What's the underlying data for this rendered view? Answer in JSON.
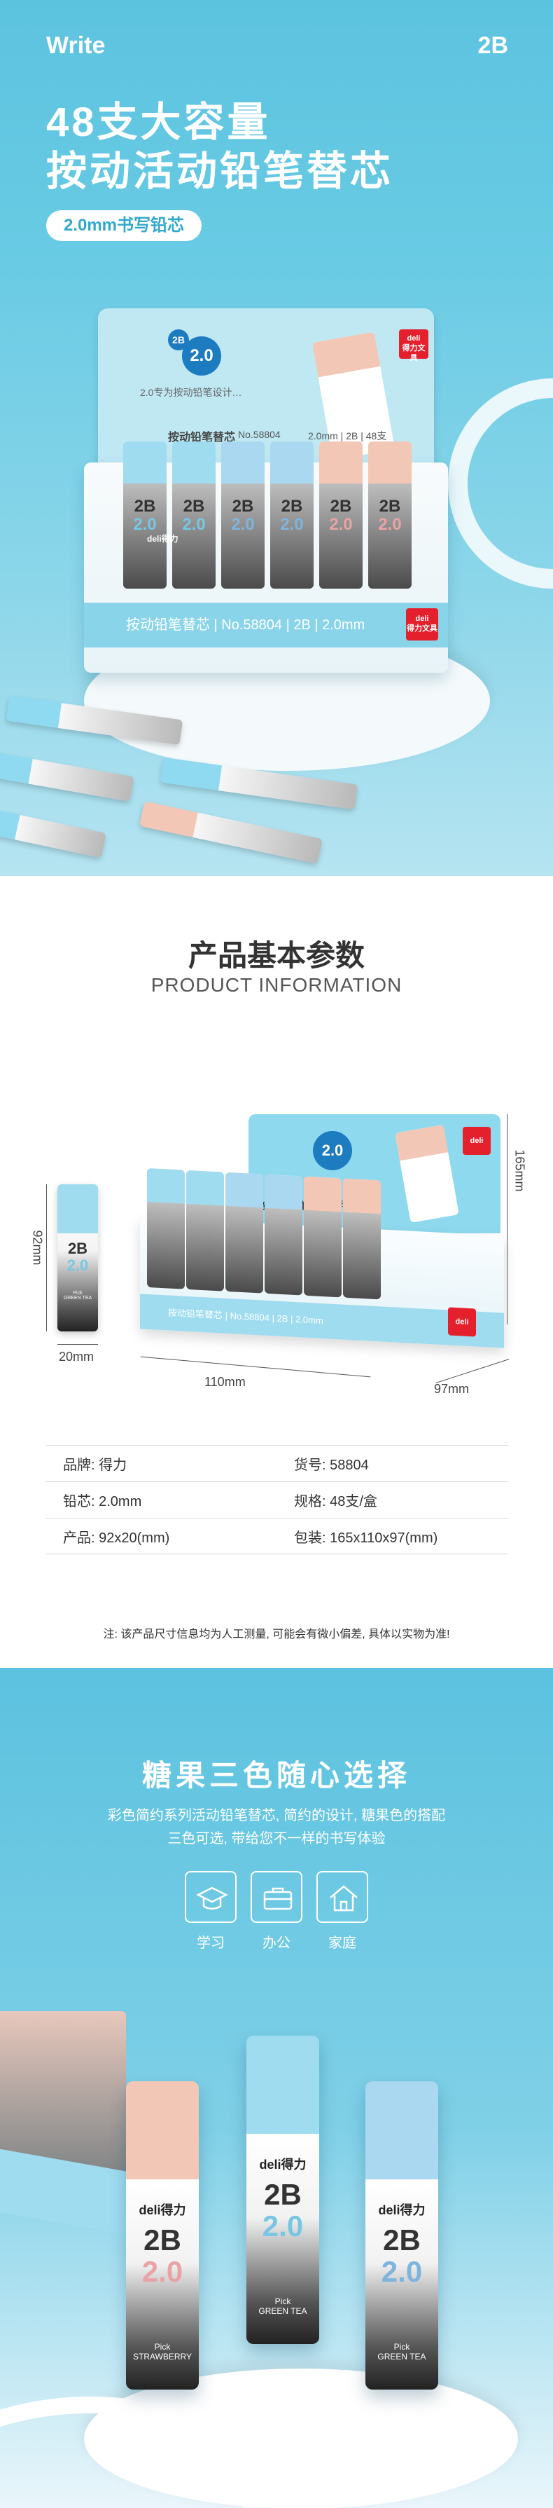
{
  "hero": {
    "brand": "Write",
    "grade": "2B",
    "title_line1": "48支大容量",
    "title_line2": "按动活动铅笔替芯",
    "pill": "2.0mm书写铅芯",
    "lid_size_badge": "2.0",
    "lid_grade_badge": "2B",
    "lid_handwriting": "2.0专为按动铅笔设计…",
    "lid_name": "按动铅笔替芯",
    "lid_model": "No.58804",
    "lid_spec": "2.0mm | 2B | 48支",
    "logo": "deli",
    "logo_cn": "得力文具",
    "tube_grade": "2B",
    "tube_size": "2.0",
    "tube_brand": "deli得力",
    "tray_band": "按动铅笔替芯 | No.58804 | 2B | 2.0mm"
  },
  "info": {
    "title": "产品基本参数",
    "subtitle": "PRODUCT INFORMATION",
    "dims": {
      "tube_height": "92mm",
      "tube_width": "20mm",
      "box_length": "110mm",
      "box_depth": "97mm",
      "box_height": "165mm"
    },
    "tube_grade": "2B",
    "tube_size": "2.0",
    "tube_flavor": "Pick\nGREEN TEA",
    "specs": [
      {
        "label": "品牌:",
        "value": "得力"
      },
      {
        "label": "货号:",
        "value": "58804"
      },
      {
        "label": "铅芯:",
        "value": "2.0mm"
      },
      {
        "label": "规格:",
        "value": "48支/盒"
      },
      {
        "label": "产品:",
        "value": "92x20(mm)"
      },
      {
        "label": "包装:",
        "value": "165x110x97(mm)"
      }
    ],
    "note": "注: 该产品尺寸信息均为人工测量, 可能会有微小偏差, 具体以实物为准!"
  },
  "colors": {
    "title": "糖果三色随心选择",
    "desc_line1": "彩色简约系列活动铅笔替芯, 简约的设计, 糖果色的搭配",
    "desc_line2": "三色可选, 带给您不一样的书写体验",
    "icons": [
      {
        "icon": "graduation-cap-icon",
        "label": "学习"
      },
      {
        "icon": "briefcase-icon",
        "label": "办公"
      },
      {
        "icon": "house-icon",
        "label": "家庭"
      }
    ],
    "tubes": [
      {
        "cap": "#f2c7b6",
        "size_color": "#e9a3a6",
        "brand": "deli得力",
        "grade": "2B",
        "size": "2.0",
        "flavor": "Pick\nSTRAWBERRY"
      },
      {
        "cap": "#9fdcef",
        "size_color": "#78c6e2",
        "brand": "deli得力",
        "grade": "2B",
        "size": "2.0",
        "flavor": "Pick\nGREEN TEA"
      },
      {
        "cap": "#a9d8f0",
        "size_color": "#7fb4dc",
        "brand": "deli得力",
        "grade": "2B",
        "size": "2.0",
        "flavor": "Pick\nGREEN TEA"
      }
    ]
  },
  "palette": {
    "sky": "#5cc3df",
    "pink": "#f2c7b6",
    "mint": "#9fdcef",
    "blue": "#a9d8f0",
    "deli_red": "#e4202c"
  }
}
